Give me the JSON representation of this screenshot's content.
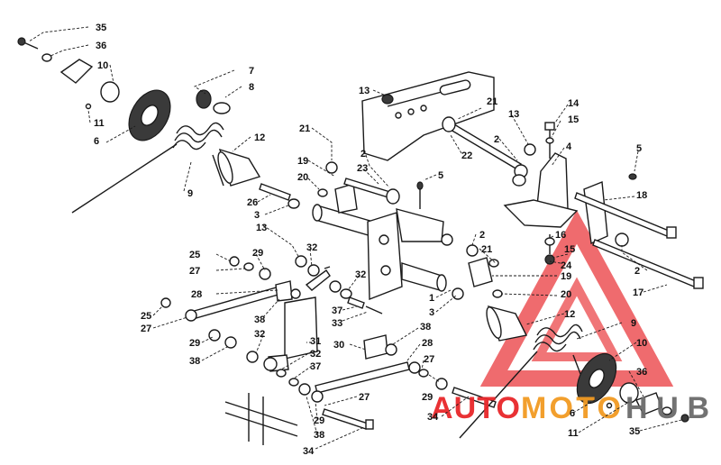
{
  "watermark": {
    "prefix": "AUTO",
    "middle": "MOTO",
    "suffix": "HUB",
    "color_red": "#e8262a",
    "color_orange": "#f29a22",
    "color_grey": "#6b6b6b"
  },
  "callouts": [
    {
      "id": "c35a",
      "label": "35"
    },
    {
      "id": "c36a",
      "label": "36"
    },
    {
      "id": "c10a",
      "label": "10"
    },
    {
      "id": "c11a",
      "label": "11"
    },
    {
      "id": "c6a",
      "label": "6"
    },
    {
      "id": "c7",
      "label": "7"
    },
    {
      "id": "c8",
      "label": "8"
    },
    {
      "id": "c9a",
      "label": "9"
    },
    {
      "id": "c12a",
      "label": "12"
    },
    {
      "id": "c26",
      "label": "26"
    },
    {
      "id": "c3a",
      "label": "3"
    },
    {
      "id": "c21a",
      "label": "21"
    },
    {
      "id": "c19a",
      "label": "19"
    },
    {
      "id": "c20a",
      "label": "20"
    },
    {
      "id": "c2a",
      "label": "2"
    },
    {
      "id": "c23",
      "label": "23"
    },
    {
      "id": "c5a",
      "label": "5"
    },
    {
      "id": "c13a",
      "label": "13"
    },
    {
      "id": "c13b",
      "label": "13"
    },
    {
      "id": "c21b",
      "label": "21"
    },
    {
      "id": "c22",
      "label": "22"
    },
    {
      "id": "c2b",
      "label": "2"
    },
    {
      "id": "c14",
      "label": "14"
    },
    {
      "id": "c13c",
      "label": "13"
    },
    {
      "id": "c15a",
      "label": "15"
    },
    {
      "id": "c4",
      "label": "4"
    },
    {
      "id": "c5b",
      "label": "5"
    },
    {
      "id": "c18",
      "label": "18"
    },
    {
      "id": "c16",
      "label": "16"
    },
    {
      "id": "c15b",
      "label": "15"
    },
    {
      "id": "c24",
      "label": "24"
    },
    {
      "id": "c2c",
      "label": "2"
    },
    {
      "id": "c17",
      "label": "17"
    },
    {
      "id": "c2d",
      "label": "2"
    },
    {
      "id": "c21c",
      "label": "21"
    },
    {
      "id": "c19b",
      "label": "19"
    },
    {
      "id": "c20b",
      "label": "20"
    },
    {
      "id": "c25a",
      "label": "25"
    },
    {
      "id": "c29a",
      "label": "29"
    },
    {
      "id": "c32a",
      "label": "32"
    },
    {
      "id": "c27a",
      "label": "27"
    },
    {
      "id": "c32b",
      "label": "32"
    },
    {
      "id": "c28a",
      "label": "28"
    },
    {
      "id": "c38a",
      "label": "38"
    },
    {
      "id": "c37a",
      "label": "37"
    },
    {
      "id": "c33",
      "label": "33"
    },
    {
      "id": "c1",
      "label": "1"
    },
    {
      "id": "c3b",
      "label": "3"
    },
    {
      "id": "c12b",
      "label": "12"
    },
    {
      "id": "c25b",
      "label": "25"
    },
    {
      "id": "c27b",
      "label": "27"
    },
    {
      "id": "c29b",
      "label": "29"
    },
    {
      "id": "c38b",
      "label": "38"
    },
    {
      "id": "c32c",
      "label": "32"
    },
    {
      "id": "c31",
      "label": "31"
    },
    {
      "id": "c32d",
      "label": "32"
    },
    {
      "id": "c37b",
      "label": "37"
    },
    {
      "id": "c30",
      "label": "30"
    },
    {
      "id": "c38c",
      "label": "38"
    },
    {
      "id": "c28b",
      "label": "28"
    },
    {
      "id": "c27c",
      "label": "27"
    },
    {
      "id": "c29c",
      "label": "29"
    },
    {
      "id": "c27d",
      "label": "27"
    },
    {
      "id": "c29d",
      "label": "29"
    },
    {
      "id": "c38d",
      "label": "38"
    },
    {
      "id": "c34a",
      "label": "34"
    },
    {
      "id": "c34b",
      "label": "34"
    },
    {
      "id": "c9b",
      "label": "9"
    },
    {
      "id": "c10b",
      "label": "10"
    },
    {
      "id": "c36b",
      "label": "36"
    },
    {
      "id": "c6b",
      "label": "6"
    },
    {
      "id": "c11b",
      "label": "11"
    },
    {
      "id": "c35b",
      "label": "35"
    }
  ]
}
